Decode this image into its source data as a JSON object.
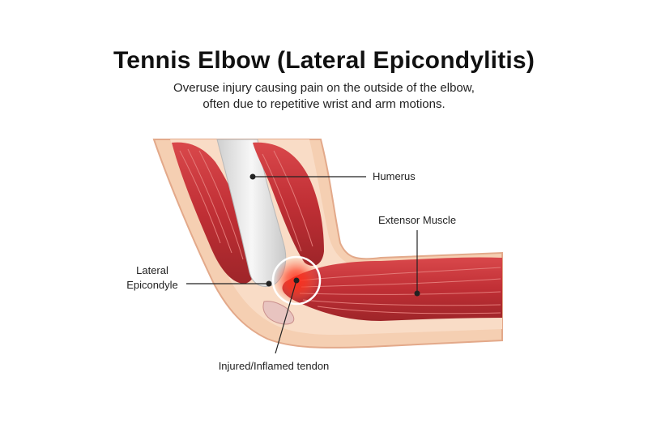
{
  "title": "Tennis Elbow (Lateral Epicondylitis)",
  "subtitle": {
    "line1": "Overuse injury causing pain on the outside of the elbow,",
    "line2": "often due to repetitive wrist and arm motions."
  },
  "labels": {
    "humerus": "Humerus",
    "extensor_muscle": "Extensor Muscle",
    "lateral_epicondyle_line1": "Lateral",
    "lateral_epicondyle_line2": "Epicondyle",
    "injured_tendon": "Injured/Inflamed tendon"
  },
  "colors": {
    "skin": "#f5cfb2",
    "skin_outline": "#e3a98a",
    "muscle": "#c8383d",
    "muscle_dark": "#9e2529",
    "bone": "#e9e9e9",
    "inflammation": "#ff2a1a"
  }
}
